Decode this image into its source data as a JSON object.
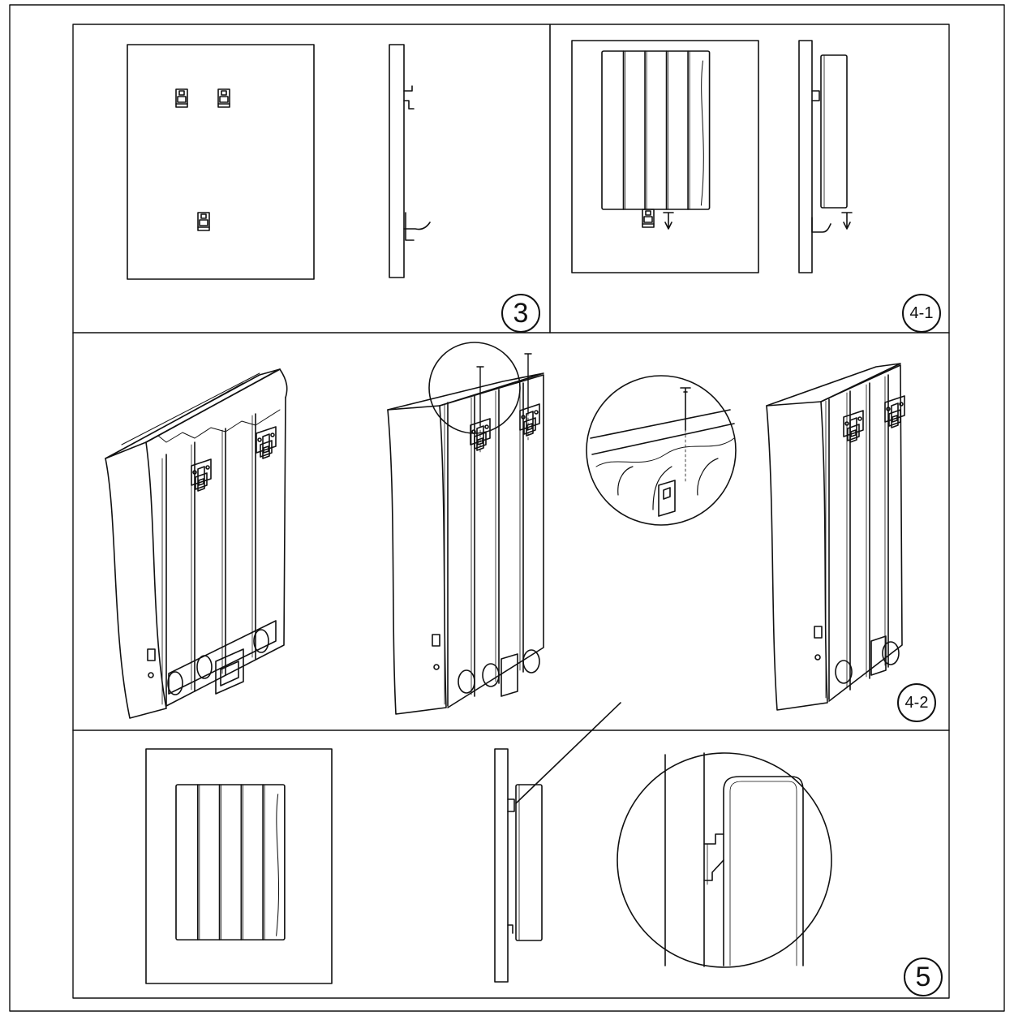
{
  "page": {
    "background": "#ffffff",
    "line_color": "#111111"
  },
  "panels": [
    {
      "id": "step-3",
      "label": "3"
    },
    {
      "id": "step-4-1",
      "label": "4-1"
    },
    {
      "id": "step-4-2",
      "label": "4-2"
    },
    {
      "id": "step-5",
      "label": "5"
    }
  ]
}
